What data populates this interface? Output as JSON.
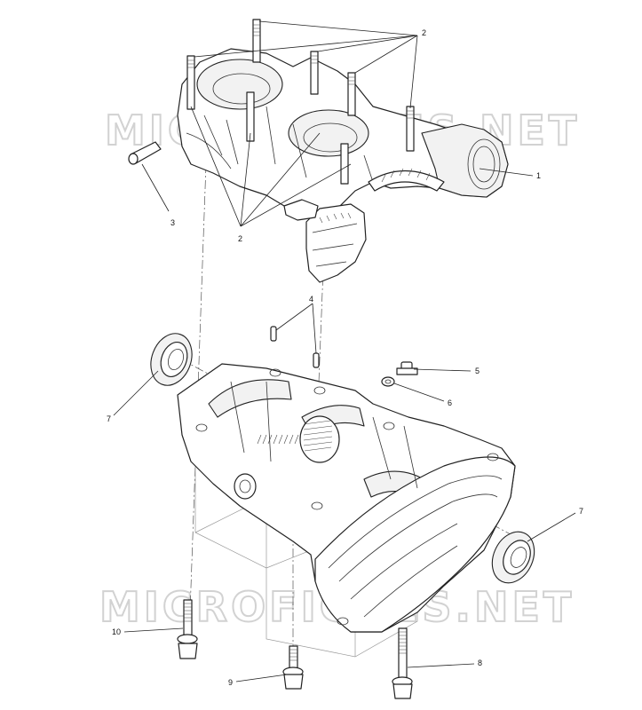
{
  "watermark": {
    "text": "MICROFICHES.NET"
  },
  "callouts": {
    "c1": "1",
    "c2_top": "2",
    "c2_bottom": "2",
    "c3": "3",
    "c4": "4",
    "c5": "5",
    "c6": "6",
    "c7_left": "7",
    "c7_right": "7",
    "c8": "8",
    "c9": "9",
    "c10": "10"
  }
}
